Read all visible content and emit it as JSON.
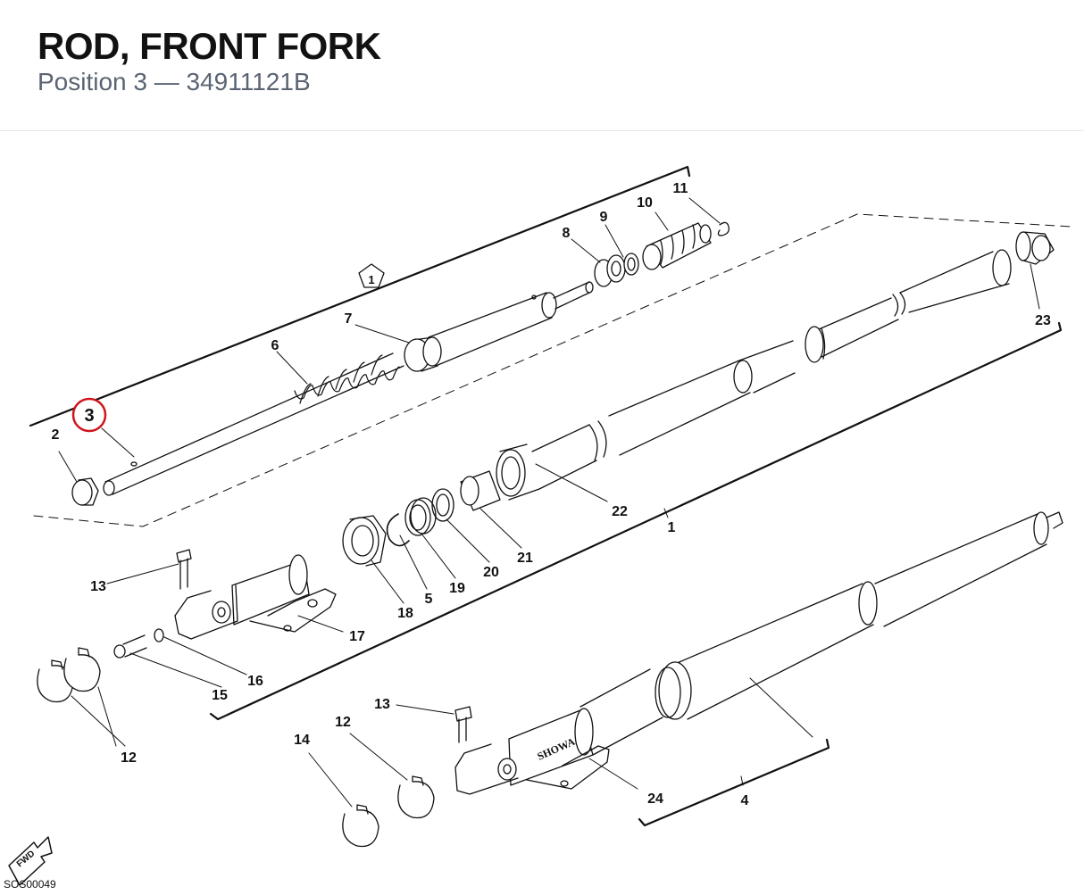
{
  "header": {
    "title": "ROD, FRONT FORK",
    "subtitle": "Position 3 — 34911121B"
  },
  "diagram": {
    "highlight_label": "3",
    "highlight_color": "#d0141c",
    "group_label": "1",
    "labels": {
      "l1": "1",
      "l2": "2",
      "l4": "4",
      "l5": "5",
      "l6": "6",
      "l7": "7",
      "l8": "8",
      "l9": "9",
      "l10": "10",
      "l11": "11",
      "l12a": "12",
      "l12b": "12",
      "l13a": "13",
      "l13b": "13",
      "l14": "14",
      "l15": "15",
      "l16": "16",
      "l17": "17",
      "l18": "18",
      "l19": "19",
      "l20": "20",
      "l21": "21",
      "l22": "22",
      "l23": "23",
      "l24": "24"
    },
    "brand_text": "SHOWA",
    "fwd_text": "FWD",
    "figure_code": "SOS00049"
  }
}
